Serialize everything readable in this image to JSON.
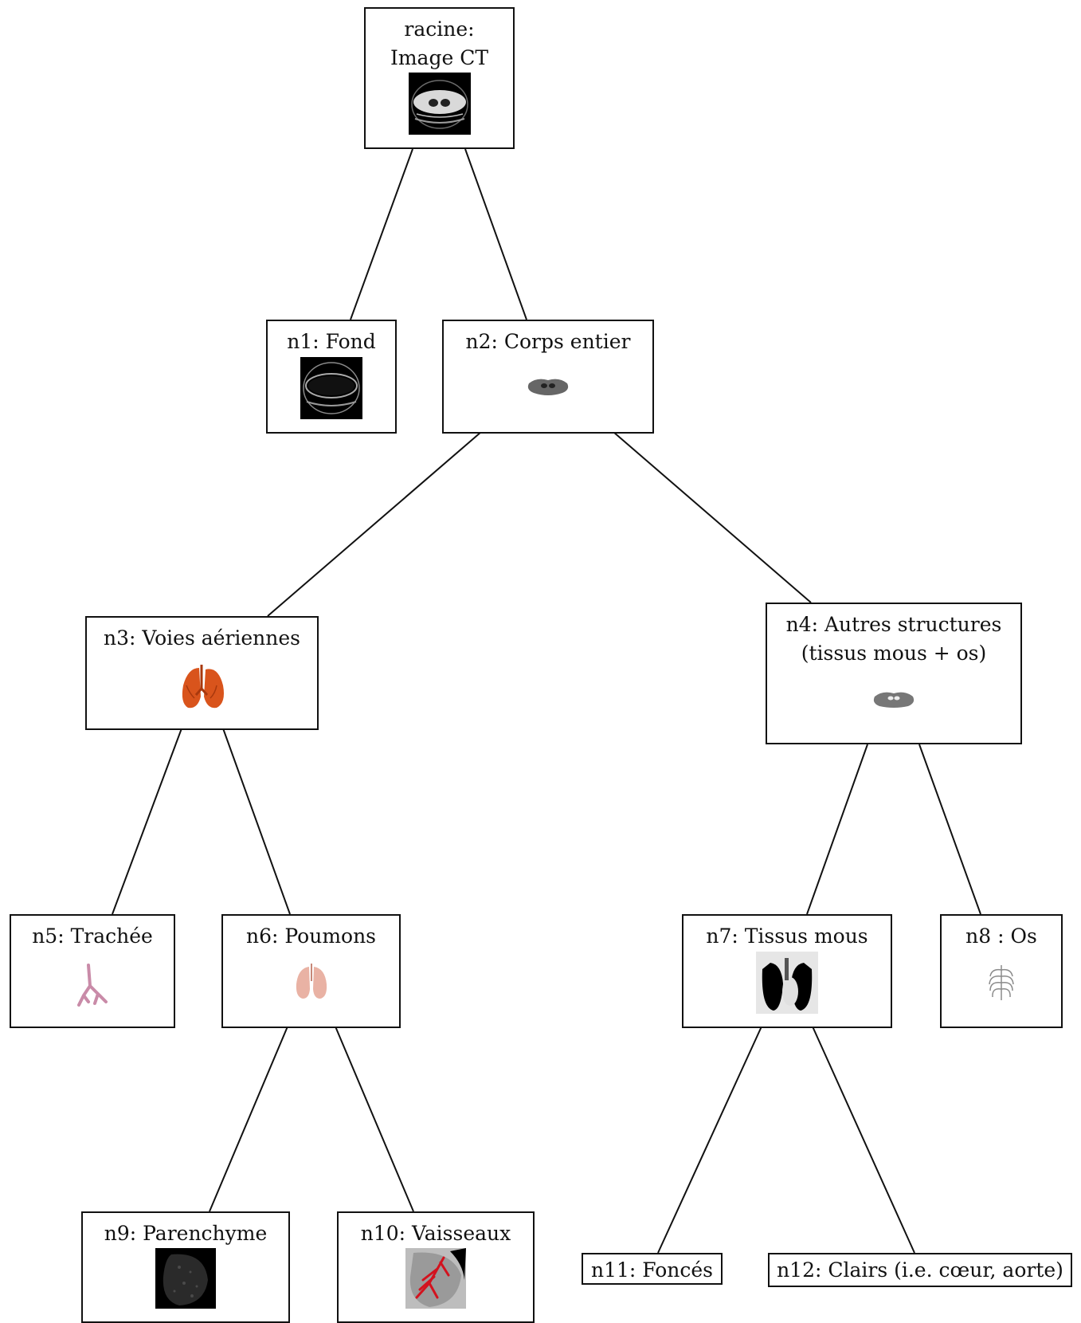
{
  "diagram": {
    "type": "tree",
    "nodes": [
      {
        "id": "root",
        "label": "racine:\nImage CT"
      },
      {
        "id": "n1",
        "label": "n1: Fond"
      },
      {
        "id": "n2",
        "label": "n2: Corps entier"
      },
      {
        "id": "n3",
        "label": "n3: Voies aériennes"
      },
      {
        "id": "n4",
        "label": "n4: Autres structures\n(tissus mous + os)"
      },
      {
        "id": "n5",
        "label": "n5: Trachée"
      },
      {
        "id": "n6",
        "label": "n6: Poumons"
      },
      {
        "id": "n7",
        "label": "n7: Tissus mous"
      },
      {
        "id": "n8",
        "label": "n8 : Os"
      },
      {
        "id": "n9",
        "label": "n9: Parenchyme"
      },
      {
        "id": "n10",
        "label": "n10: Vaisseaux"
      },
      {
        "id": "n11",
        "label": "n11: Foncés"
      },
      {
        "id": "n12",
        "label": "n12: Clairs (i.e. cœur, aorte)"
      }
    ],
    "edges": [
      [
        "root",
        "n1"
      ],
      [
        "root",
        "n2"
      ],
      [
        "n2",
        "n3"
      ],
      [
        "n2",
        "n4"
      ],
      [
        "n3",
        "n5"
      ],
      [
        "n3",
        "n6"
      ],
      [
        "n4",
        "n7"
      ],
      [
        "n4",
        "n8"
      ],
      [
        "n6",
        "n9"
      ],
      [
        "n6",
        "n10"
      ],
      [
        "n7",
        "n11"
      ],
      [
        "n7",
        "n12"
      ]
    ]
  }
}
